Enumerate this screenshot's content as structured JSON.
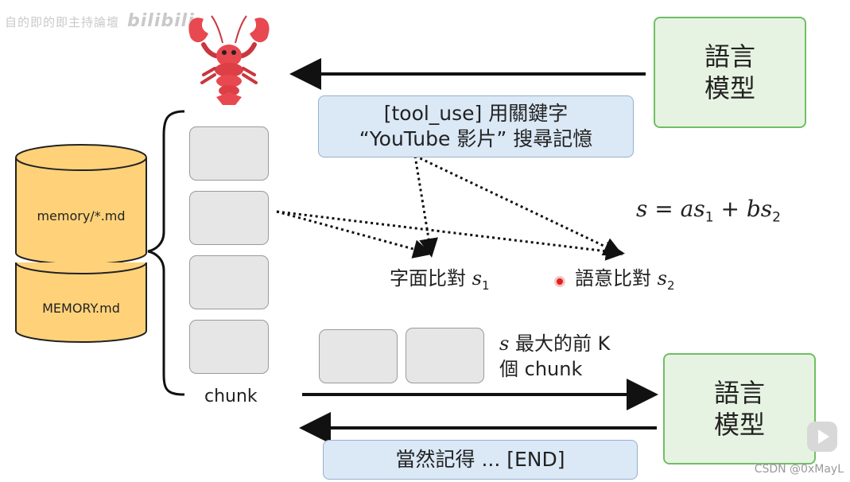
{
  "watermark": {
    "text": "自的即的即主持論壇",
    "brand": "bilibili"
  },
  "model_top": {
    "line1": "語言",
    "line2": "模型"
  },
  "model_bottom": {
    "line1": "語言",
    "line2": "模型"
  },
  "query_box": {
    "line1": "[tool_use] 用關鍵字",
    "line2": "“YouTube 影片”  搜尋記憶"
  },
  "formula": {
    "lhs": "s",
    "eq": "=",
    "a": "as",
    "a_sub": "1",
    "plus": "+",
    "b": "bs",
    "b_sub": "2"
  },
  "match_literal": {
    "text": "字面比對",
    "var": "s",
    "sub": "1"
  },
  "match_semantic": {
    "text": "語意比對",
    "var": "s",
    "sub": "2"
  },
  "memory_files": {
    "top": "memory/*.md",
    "bottom": "MEMORY.md"
  },
  "chunk_label": "chunk",
  "topk": {
    "var": "s",
    "line1": "最大的前 K",
    "line2": "個 chunk"
  },
  "result_box": {
    "text": "當然記得 ... [END]"
  },
  "csdn": "CSDN @0xMayL",
  "colors": {
    "model_fill": "#e7f3e2",
    "model_border": "#6fbf63",
    "query_fill": "#dbe8f6",
    "chunk_fill": "#e6e6e6",
    "cylinder_fill": "#ffd27a",
    "cylinder_border": "#222222",
    "lobster": "#e8484f",
    "pointer_dot": "#e02020"
  },
  "icons": [
    "lobster-icon",
    "database-cylinder-icon",
    "play-badge-icon",
    "pointer-dot-icon"
  ]
}
